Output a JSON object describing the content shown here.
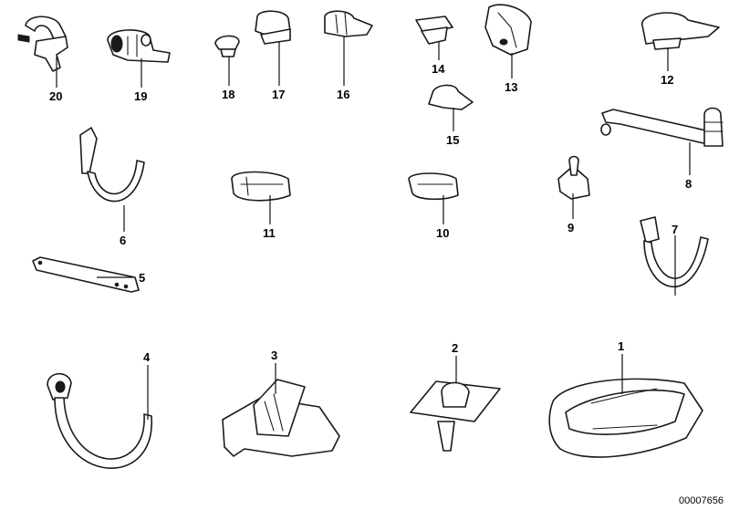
{
  "diagram": {
    "document_id": "00007656",
    "callouts": [
      "1",
      "2",
      "3",
      "4",
      "5",
      "6",
      "7",
      "8",
      "9",
      "10",
      "11",
      "12",
      "13",
      "14",
      "15",
      "16",
      "17",
      "18",
      "19",
      "20"
    ]
  }
}
